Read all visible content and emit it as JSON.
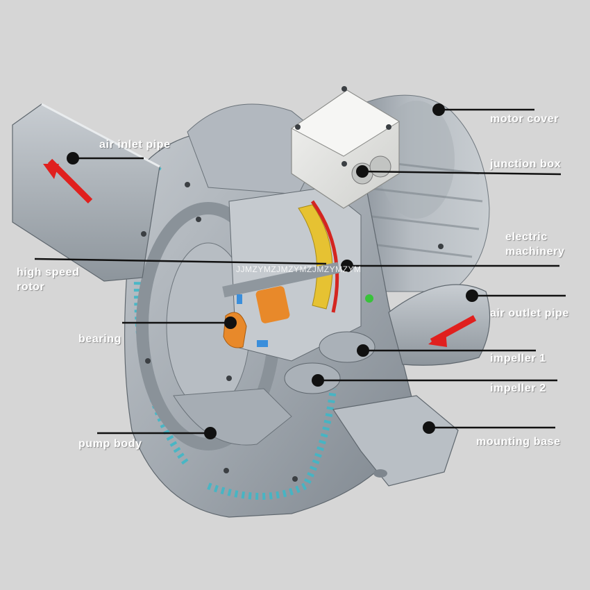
{
  "labels": {
    "motor_cover": "motor cover",
    "junction_box": "junction box",
    "electric_machinery_1": "electric",
    "electric_machinery_2": "machinery",
    "air_outlet_pipe": "air outlet pipe",
    "impeller_1": "impeller 1",
    "impeller_2": "impeller 2",
    "mounting_base": "mounting base",
    "air_inlet_pipe": "air inlet pipe",
    "high_speed_rotor_1": "high speed",
    "high_speed_rotor_2": "rotor",
    "bearing": "bearing",
    "pump_body": "pump body"
  },
  "watermark": "JJMZYMZJMZYMZJMZYMZYM",
  "colors": {
    "background": "#d6d6d6",
    "body_metal": "#9ea5ac",
    "teal_accent": "#3fb7c6",
    "arrow_red": "#e0201e",
    "coupling_orange": "#e8892a",
    "winding_yellow": "#e6c232",
    "leader_line": "#111111",
    "label_text": "#ffffff"
  }
}
